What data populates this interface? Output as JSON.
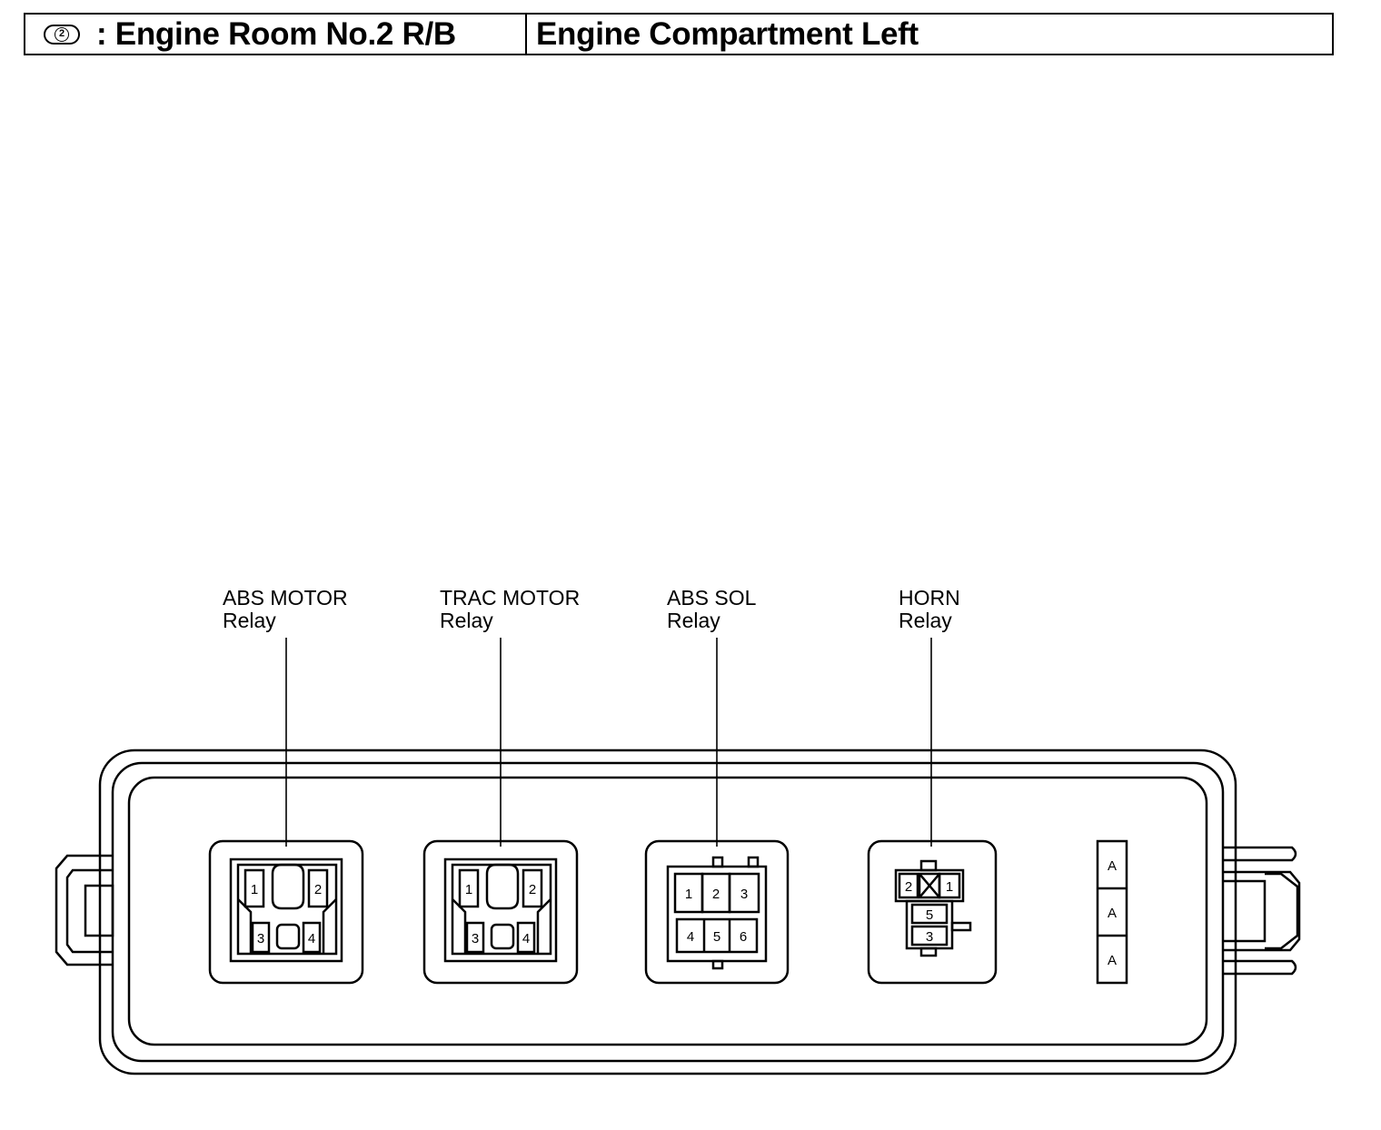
{
  "header": {
    "location_number": "2",
    "title": ": Engine Room No.2 R/B",
    "location": "Engine Compartment Left"
  },
  "relays": [
    {
      "name": "ABS MOTOR",
      "type": "Relay",
      "pins": [
        "1",
        "2",
        "3",
        "4"
      ]
    },
    {
      "name": "TRAC MOTOR",
      "type": "Relay",
      "pins": [
        "1",
        "2",
        "3",
        "4"
      ]
    },
    {
      "name": "ABS SOL",
      "type": "Relay",
      "pins": [
        "1",
        "2",
        "3",
        "4",
        "5",
        "6"
      ]
    },
    {
      "name": "HORN",
      "type": "Relay",
      "pins": [
        "2",
        "1",
        "5",
        "3"
      ]
    }
  ],
  "fuse_block": {
    "labels": [
      "A",
      "A",
      "A"
    ]
  }
}
